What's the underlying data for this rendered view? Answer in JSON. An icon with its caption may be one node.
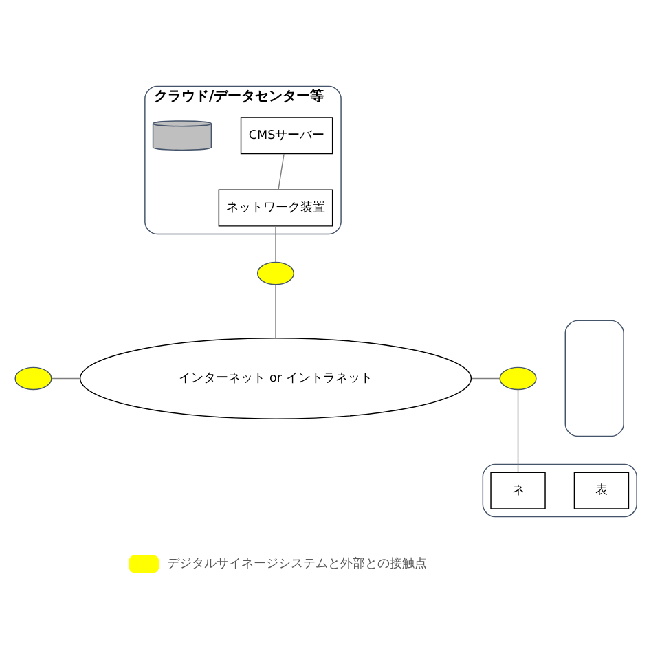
{
  "diagram": {
    "nodes": [
      {
        "text": [
          "クラウド/データセンター等"
        ]
      },
      {
        "text": [
          "CMSサーバー"
        ],
        "in": 0
      },
      {
        "text": [],
        "shape": "cylinder",
        "in": 0
      },
      {
        "text": [
          "ネットワーク装置"
        ],
        "in": 0
      },
      {
        "text": [],
        "shape": "circle"
      },
      {
        "text": [],
        "shape": "box"
      },
      {
        "text": [],
        "shape": "circle"
      },
      {
        "text": [
          "インターネット or イントラネット"
        ]
      },
      {
        "text": [],
        "shape": "circle"
      },
      {
        "text": [],
        "shape": "box"
      },
      {
        "text": [
          "表"
        ],
        "in": 9
      },
      {
        "text": [
          "ネ"
        ],
        "in": 9
      }
    ],
    "edges": [
      {
        "from": 1,
        "to": 3,
        "arrow": "none"
      },
      {
        "from": 3,
        "to": 4,
        "arrow": "none"
      },
      {
        "from": 4,
        "to": 7,
        "arrow": "none"
      },
      {
        "from": 6,
        "to": 7,
        "arrow": "none"
      },
      {
        "from": 7,
        "to": 8,
        "arrow": "none"
      },
      {
        "from": 8,
        "to": 11,
        "arrow": "none"
      }
    ],
    "legend": [
      {
        "text": "デジタルサイネージシステムと外部との接触点",
        "color": "#ffff00"
      }
    ]
  }
}
